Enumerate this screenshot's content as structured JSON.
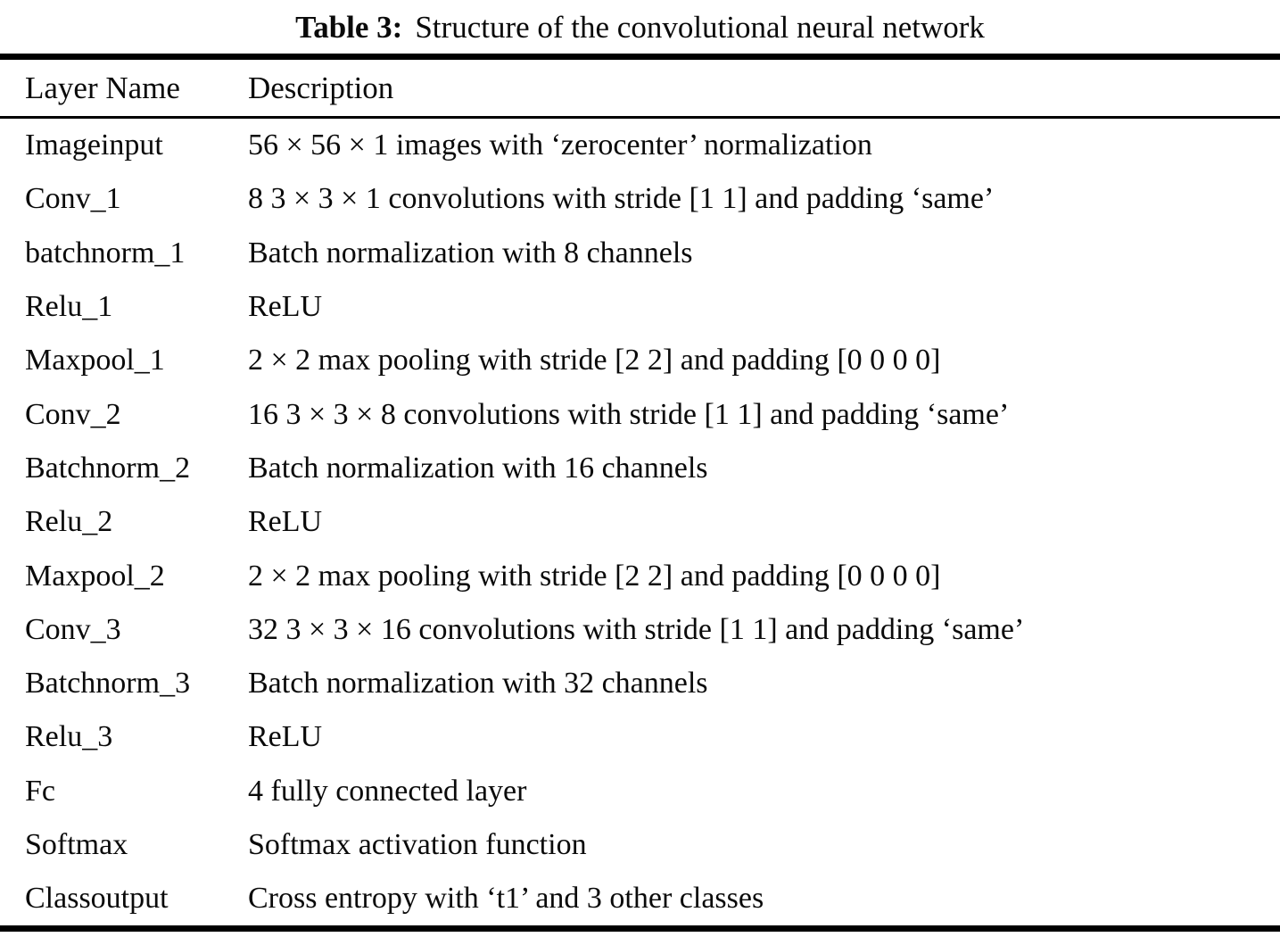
{
  "caption": {
    "label": "Table 3:",
    "text": "Structure of the convolutional neural network"
  },
  "table": {
    "columns": [
      "Layer Name",
      "Description"
    ],
    "rows": [
      {
        "layer": "Imageinput",
        "description": "56 × 56 × 1 images with ‘zerocenter’ normalization"
      },
      {
        "layer": "Conv_1",
        "description": "8 3 × 3 × 1 convolutions with stride [1 1] and padding ‘same’"
      },
      {
        "layer": "batchnorm_1",
        "description": "Batch normalization with 8 channels"
      },
      {
        "layer": "Relu_1",
        "description": "ReLU"
      },
      {
        "layer": "Maxpool_1",
        "description": "2 × 2 max pooling with stride [2 2] and padding [0 0 0 0]"
      },
      {
        "layer": "Conv_2",
        "description": "16 3 × 3 × 8 convolutions with stride [1 1] and padding ‘same’"
      },
      {
        "layer": "Batchnorm_2",
        "description": "Batch normalization with 16 channels"
      },
      {
        "layer": "Relu_2",
        "description": "ReLU"
      },
      {
        "layer": "Maxpool_2",
        "description": "2 × 2 max pooling with stride [2 2] and padding [0 0 0 0]"
      },
      {
        "layer": "Conv_3",
        "description": "32 3 × 3 × 16 convolutions with stride [1 1] and padding ‘same’"
      },
      {
        "layer": "Batchnorm_3",
        "description": "Batch normalization with 32 channels"
      },
      {
        "layer": "Relu_3",
        "description": "ReLU"
      },
      {
        "layer": "Fc",
        "description": "4 fully connected layer"
      },
      {
        "layer": "Softmax",
        "description": "Softmax activation function"
      },
      {
        "layer": "Classoutput",
        "description": "Cross entropy with ‘t1’ and 3 other classes"
      }
    ]
  }
}
